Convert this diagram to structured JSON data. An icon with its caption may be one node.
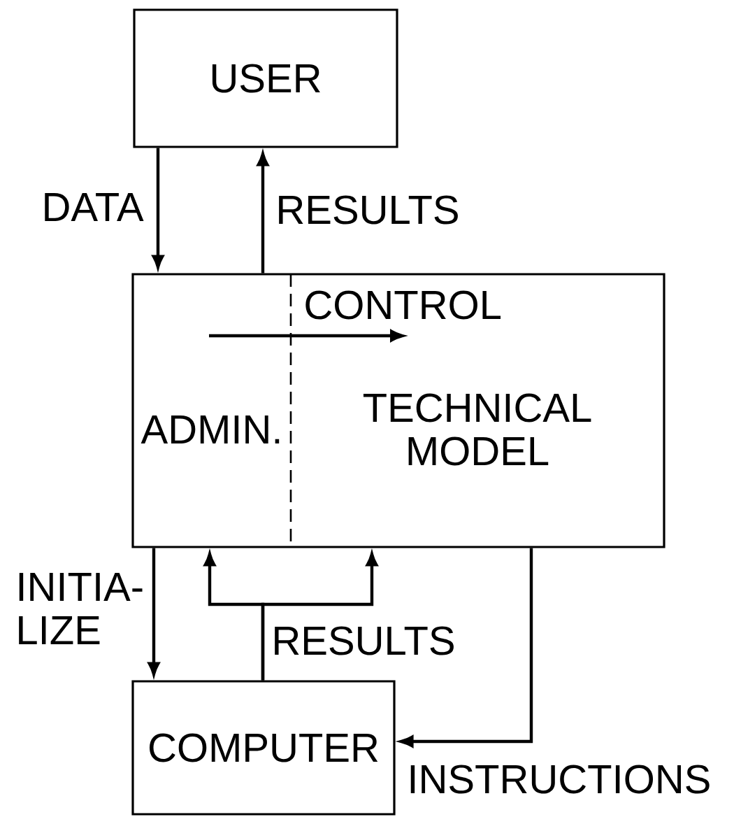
{
  "diagram": {
    "nodes": [
      {
        "text": [
          "USER"
        ]
      },
      {
        "text": [],
        "shape": "box"
      },
      {
        "text": [
          "ADMIN."
        ],
        "in": 1
      },
      {
        "text": [
          "TECHNICAL MODEL"
        ],
        "in": 1
      },
      {
        "text": [
          "COMPUTER"
        ]
      }
    ],
    "edges": [
      {
        "from": 0,
        "to": 1,
        "arrow": "to",
        "label": "DATA"
      },
      {
        "from": 1,
        "to": 0,
        "arrow": "to",
        "label": "RESULTS"
      },
      {
        "from": 2,
        "to": 3,
        "arrow": "to",
        "label": "CONTROL"
      },
      {
        "from": 1,
        "to": 4,
        "arrow": "to",
        "label": "INITIA- LIZE"
      },
      {
        "from": 4,
        "to": 1,
        "arrow": "to",
        "label": "RESULTS"
      },
      {
        "from": 4,
        "to": 1,
        "arrow": "to"
      },
      {
        "from": 1,
        "to": 4,
        "arrow": "to",
        "label": "INSTRUCTIONS"
      }
    ]
  }
}
